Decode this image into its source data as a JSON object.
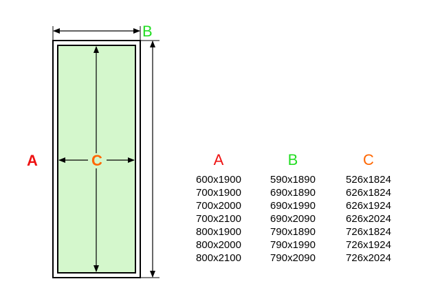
{
  "labels": {
    "a": "A",
    "b": "B",
    "c": "C"
  },
  "colors": {
    "a": "#ee1111",
    "b": "#22dd22",
    "c": "#ff6600",
    "panel_fill": "#d4f7cc",
    "frame": "#000000"
  },
  "table": {
    "headers": [
      "A",
      "B",
      "C"
    ],
    "rows": [
      [
        "600x1900",
        "590x1890",
        "526x1824"
      ],
      [
        "700x1900",
        "690x1890",
        "626x1824"
      ],
      [
        "700x2000",
        "690x1990",
        "626x1924"
      ],
      [
        "700x2100",
        "690x2090",
        "626x2024"
      ],
      [
        "800x1900",
        "790x1890",
        "726x1824"
      ],
      [
        "800x2000",
        "790x1990",
        "726x1924"
      ],
      [
        "800x2100",
        "790x2090",
        "726x2024"
      ]
    ]
  }
}
